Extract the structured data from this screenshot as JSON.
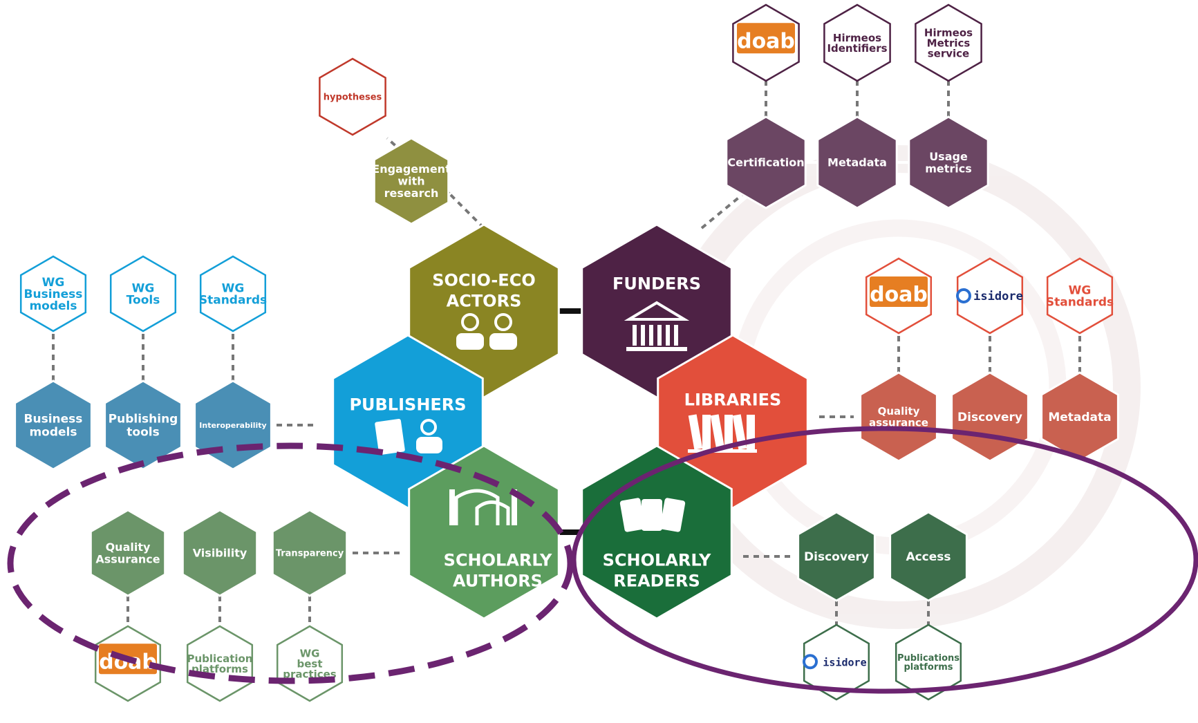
{
  "colors": {
    "socio": "#8a8523",
    "funders": "#4e2245",
    "publishers": "#139fd8",
    "libraries": "#e24f3b",
    "authors": "#5c9d5e",
    "readers": "#1a6e3a",
    "funders_light": "#6b4663",
    "publishers_light": "#4a8fb5",
    "libraries_light": "#c96150",
    "authors_light": "#6b9569",
    "readers_light": "#3d6e4b",
    "socio_light": "#8f9040",
    "ellipse": "#6b2470",
    "doab_orange": "#e67e22"
  },
  "core": {
    "socio": [
      "SOCIO-ECO",
      "ACTORS"
    ],
    "funders": [
      "FUNDERS"
    ],
    "publishers": [
      "PUBLISHERS"
    ],
    "libraries": [
      "LIBRARIES"
    ],
    "authors": [
      "SCHOLARLY",
      "AUTHORS"
    ],
    "readers": [
      "SCHOLARLY",
      "READERS"
    ]
  },
  "socio_branch": {
    "service": [
      "Engagement",
      "with",
      "research"
    ],
    "tool": "hypotheses"
  },
  "funders_branch": {
    "services": [
      [
        "Certification"
      ],
      [
        "Metadata"
      ],
      [
        "Usage",
        "metrics"
      ]
    ],
    "tools": [
      [
        "doab"
      ],
      [
        "Hirmeos",
        "Identifiers"
      ],
      [
        "Hirmeos",
        "Metrics",
        "service"
      ]
    ]
  },
  "publishers_branch": {
    "services": [
      [
        "Business",
        "models"
      ],
      [
        "Publishing",
        "tools"
      ],
      [
        "Interoperability"
      ]
    ],
    "tools": [
      [
        "WG",
        "Business",
        "models"
      ],
      [
        "WG",
        "Tools"
      ],
      [
        "WG",
        "Standards"
      ]
    ]
  },
  "libraries_branch": {
    "services": [
      [
        "Quality",
        "assurance"
      ],
      [
        "Discovery"
      ],
      [
        "Metadata"
      ]
    ],
    "tools": [
      [
        "doab"
      ],
      [
        "isidore"
      ],
      [
        "WG",
        "Standards"
      ]
    ]
  },
  "authors_branch": {
    "services": [
      [
        "Quality",
        "Assurance"
      ],
      [
        "Visibility"
      ],
      [
        "Transparency"
      ]
    ],
    "tools": [
      [
        "doab"
      ],
      [
        "Publication",
        "platforms"
      ],
      [
        "WG",
        "best",
        "practices"
      ]
    ]
  },
  "readers_branch": {
    "services": [
      [
        "Discovery"
      ],
      [
        "Access"
      ]
    ],
    "tools": [
      [
        "isidore"
      ],
      [
        "Publications",
        "platforms"
      ]
    ]
  }
}
